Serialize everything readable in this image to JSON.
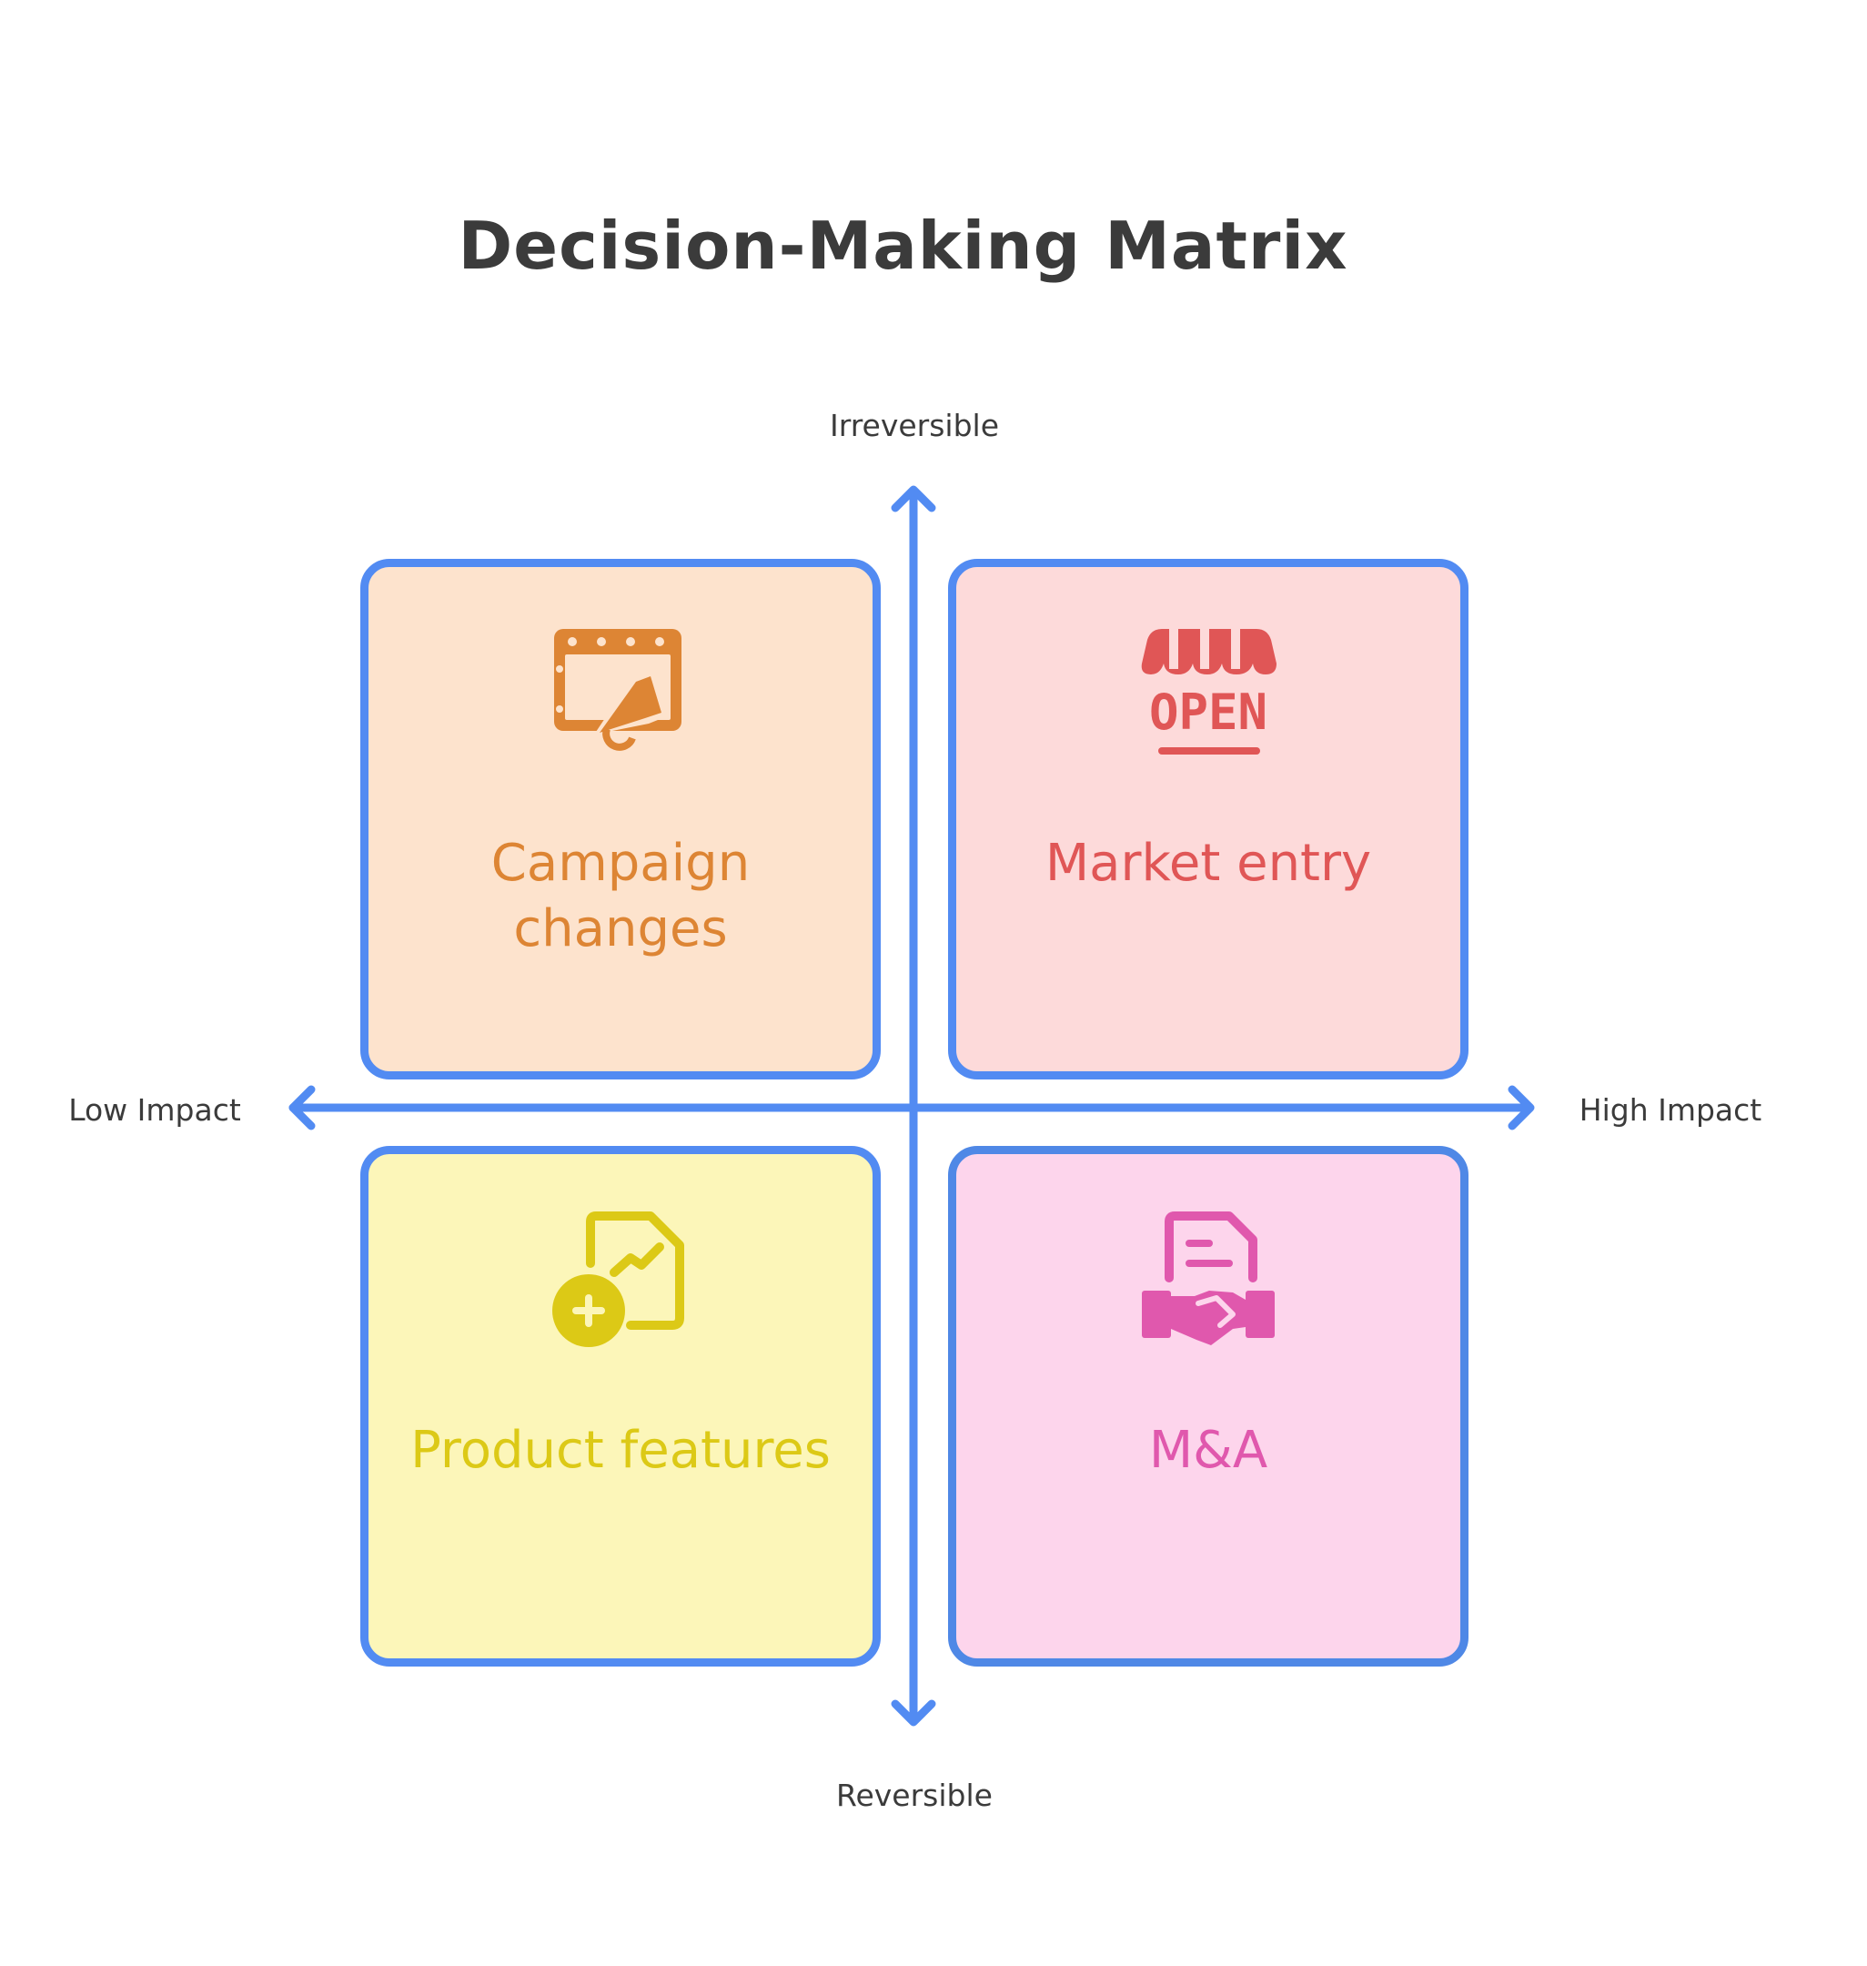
{
  "title": "Decision-Making Matrix",
  "axes": {
    "top": "Irreversible",
    "bottom": "Reversible",
    "left": "Low Impact",
    "right": "High Impact"
  },
  "quadrants": {
    "top_left": {
      "label": "Campaign changes",
      "icon": "video-campaign-megaphone-icon",
      "color": "#dd8534",
      "fill": "#fde3cd"
    },
    "top_right": {
      "label": "Market entry",
      "icon": "open-store-icon",
      "color": "#e05656",
      "fill": "#fddada"
    },
    "bottom_left": {
      "label": "Product features",
      "icon": "add-chart-document-icon",
      "color": "#dcc916",
      "fill": "#fcf6b9"
    },
    "bottom_right": {
      "label": "M&A",
      "icon": "handshake-contract-icon",
      "color": "#e058ad",
      "fill": "#fdd5ec"
    }
  },
  "colors": {
    "axis": "#528bf2",
    "border": "#528bf2",
    "text": "#3b3b3b"
  }
}
